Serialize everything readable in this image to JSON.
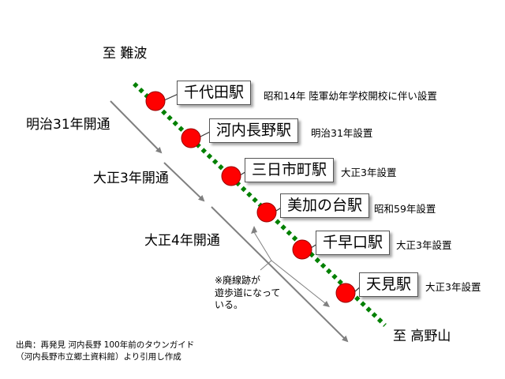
{
  "terminals": {
    "north": "至 難波",
    "south": "至 高野山"
  },
  "opening_eras": [
    "明治31年開通",
    "大正3年開通",
    "大正4年開通"
  ],
  "stations": [
    {
      "name": "千代田駅",
      "established": "昭和14年 陸軍幼年学校開校に伴い設置"
    },
    {
      "name": "河内長野駅",
      "established": "明治31年設置"
    },
    {
      "name": "三日市町駅",
      "established": "大正3年設置"
    },
    {
      "name": "美加の台駅",
      "established": "昭和59年設置"
    },
    {
      "name": "千早口駅",
      "established": "大正3年設置"
    },
    {
      "name": "天見駅",
      "established": "大正3年設置"
    }
  ],
  "note": {
    "line1": "※廃線跡が",
    "line2": "遊歩道になって",
    "line3": "いる。"
  },
  "source": {
    "line1": "出典：再発見 河内長野 100年前のタウンガイド",
    "line2": "（河内長野市立郷土資料館）より引用し作成"
  },
  "colors": {
    "track": "#008000",
    "station_dot": "#ff0000",
    "arrow": "#808080"
  }
}
